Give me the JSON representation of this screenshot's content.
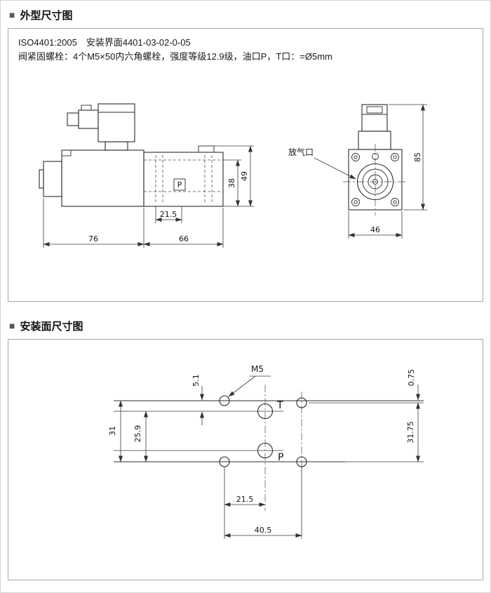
{
  "page": {
    "bullet": "■",
    "section1_title": "外型尺寸图",
    "section2_title": "安装面尺寸图"
  },
  "outline": {
    "note_line1": "ISO4401:2005　安装界面4401-03-02-0-05",
    "note_line2": "阀紧固螺栓：4个M5×50内六角螺栓，强度等级12.9级，油口P，T口：=Ø5mm",
    "labels": {
      "p_box": "P",
      "bleed": "放气口"
    },
    "dims": {
      "d215": "21.5",
      "d76": "76",
      "d66": "66",
      "d38": "38",
      "d49": "49",
      "d46": "46",
      "d85": "85"
    }
  },
  "mounting": {
    "labels": {
      "m5": "M5",
      "t": "T",
      "p": "P"
    },
    "dims": {
      "d51": "5.1",
      "d075": "0.75",
      "d31": "31",
      "d259": "25.9",
      "d3175": "31.75",
      "d215": "21.5",
      "d405": "40.5"
    }
  }
}
